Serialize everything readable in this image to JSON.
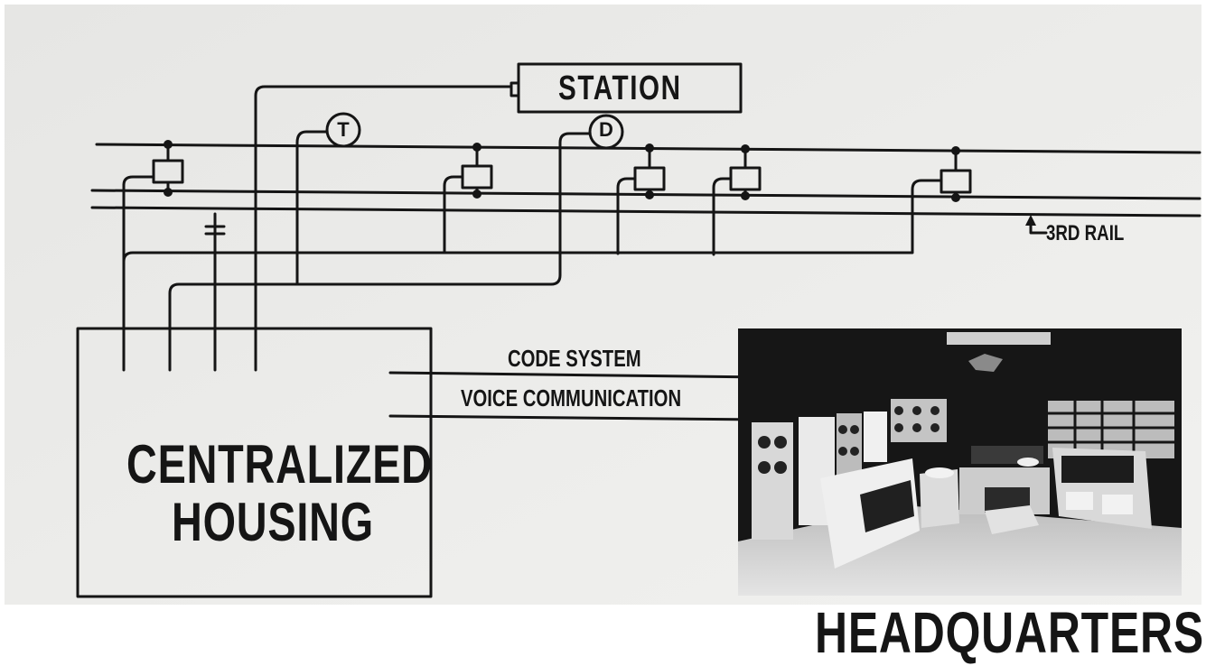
{
  "diagram": {
    "station_label": "STATION",
    "tap_t_label": "T",
    "tap_d_label": "D",
    "third_rail_label": "3RD RAIL",
    "code_system_label": "CODE SYSTEM",
    "voice_communication_label": "VOICE COMMUNICATION",
    "housing_line1": "CENTRALIZED",
    "housing_line2": "HOUSING",
    "headquarters_label": "HEADQUARTERS"
  },
  "colors": {
    "ink": "#151515",
    "paper": "#e9e9e7",
    "photo_dark": "#161616",
    "photo_floor": "#d8d8d8"
  },
  "headquarters_photo": {
    "description_icon": "control-room-photo"
  }
}
